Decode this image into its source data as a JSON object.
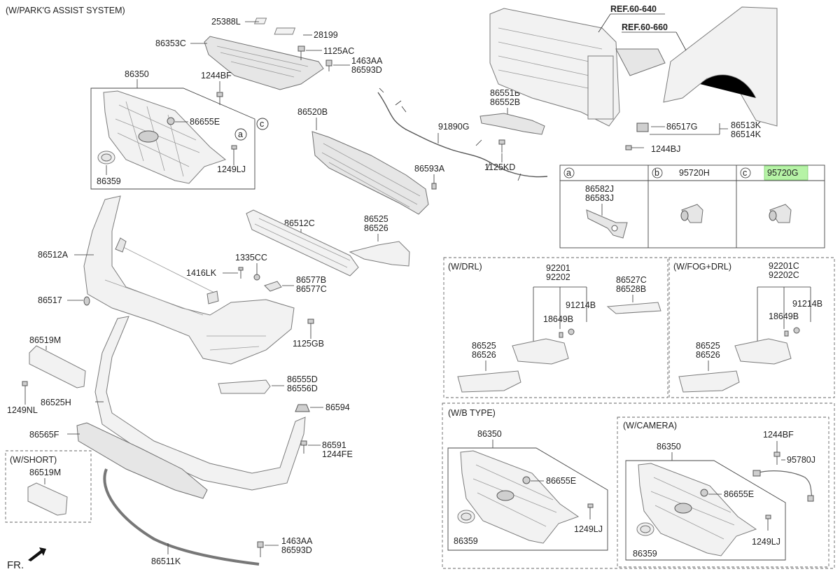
{
  "header": {
    "title": "(W/PARK'G ASSIST SYSTEM)"
  },
  "refs": {
    "ref_a": "REF.60-640",
    "ref_b": "REF.60-660"
  },
  "callouts": {
    "a": "a",
    "b": "b",
    "c": "c"
  },
  "fr_label": "FR.",
  "colors": {
    "highlight": "#b6f3a6",
    "part_fill": "#e6e6e6",
    "line": "#333333"
  },
  "labels": {
    "p25388L": "25388L",
    "p28199": "28199",
    "p86353C": "86353C",
    "p1125AC": "1125AC",
    "p1463AA_top": "1463AA",
    "p86593D_top": "86593D",
    "p86350": "86350",
    "p1244BF": "1244BF",
    "p86655E": "86655E",
    "p1249LJ": "1249LJ",
    "p86359": "86359",
    "p86520B": "86520B",
    "p91890G": "91890G",
    "p86551B": "86551B",
    "p86552B": "86552B",
    "p86517G": "86517G",
    "p86513K": "86513K",
    "p86514K": "86514K",
    "p1244BJ": "1244BJ",
    "p1125KD": "1125KD",
    "p86593A": "86593A",
    "p86512C": "86512C",
    "p86525": "86525",
    "p86526": "86526",
    "p86512A": "86512A",
    "p1335CC": "1335CC",
    "p1416LK": "1416LK",
    "p86577B": "86577B",
    "p86577C": "86577C",
    "p86517": "86517",
    "p1125GB": "1125GB",
    "p86519M": "86519M",
    "p86555D": "86555D",
    "p86556D": "86556D",
    "p1249NL": "1249NL",
    "p86525H": "86525H",
    "p86594": "86594",
    "p86565F": "86565F",
    "p86591": "86591",
    "p1244FE": "1244FE",
    "p1463AA_bot": "1463AA",
    "p86593D_bot": "86593D",
    "p86511K": "86511K"
  },
  "legend_table": {
    "a_parts": [
      "86582J",
      "86583J"
    ],
    "b_part": "95720H",
    "c_part": "95720G"
  },
  "drl_box": {
    "title": "(W/DRL)",
    "labels": [
      "92201",
      "92202",
      "91214B",
      "18649B",
      "86527C",
      "86528B",
      "86525",
      "86526"
    ]
  },
  "fog_drl_box": {
    "title": "(W/FOG+DRL)",
    "labels": [
      "92201C",
      "92202C",
      "91214B",
      "18649B",
      "86525",
      "86526"
    ]
  },
  "btype_box": {
    "title": "(W/B TYPE)",
    "labels": [
      "86350",
      "86655E",
      "1249LJ",
      "86359"
    ]
  },
  "camera_box": {
    "title": "(W/CAMERA)",
    "labels": [
      "86350",
      "1244BF",
      "95780J",
      "86655E",
      "1249LJ",
      "86359"
    ]
  },
  "short_box": {
    "title": "(W/SHORT)",
    "label": "86519M"
  }
}
